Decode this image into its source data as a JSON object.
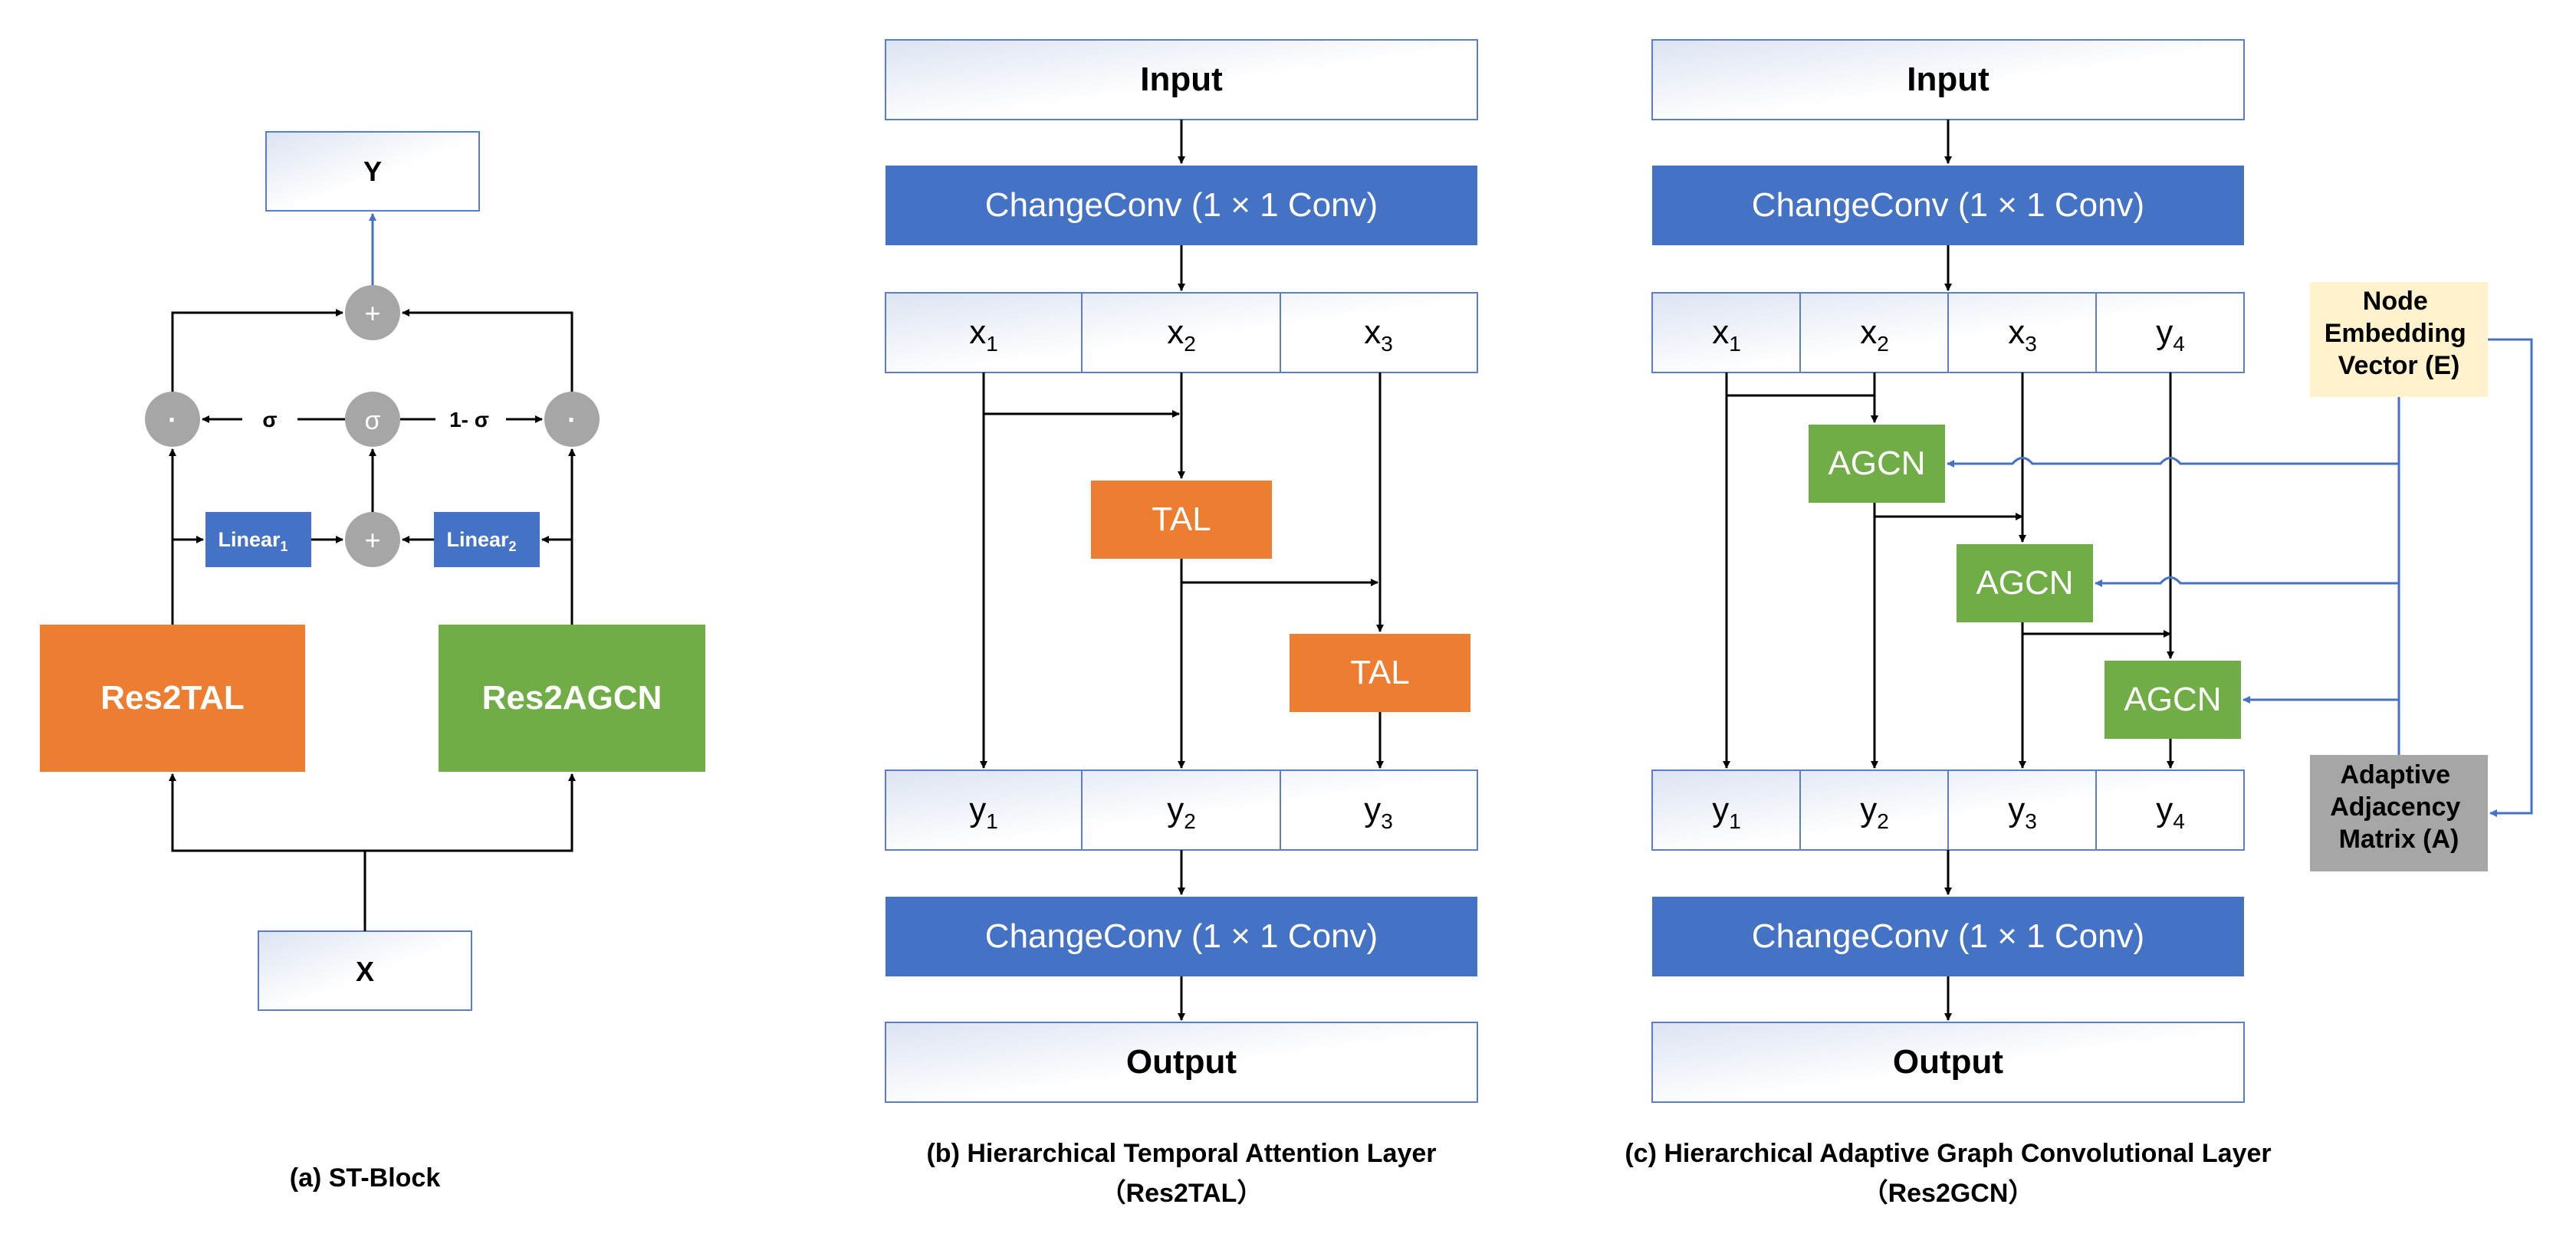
{
  "panel_a": {
    "y_label": "Y",
    "x_label": "X",
    "res2tal_label": "Res2TAL",
    "res2agcn_label": "Res2AGCN",
    "linear1_label": "Linear",
    "linear1_sub": "1",
    "linear2_label": "Linear",
    "linear2_sub": "2",
    "plus_symbol": "+",
    "dot_symbol": "·",
    "sigma_symbol": "σ",
    "sigma_arrow_label": "σ",
    "one_minus_sigma_label": "1- σ",
    "caption": "(a) ST-Block"
  },
  "panel_b": {
    "input_label": "Input",
    "changeconv_top": "ChangeConv (1 × 1 Conv)",
    "x_cells": [
      {
        "base": "x",
        "sub": "1"
      },
      {
        "base": "x",
        "sub": "2"
      },
      {
        "base": "x",
        "sub": "3"
      }
    ],
    "tal1_label": "TAL",
    "tal2_label": "TAL",
    "y_cells": [
      {
        "base": "y",
        "sub": "1"
      },
      {
        "base": "y",
        "sub": "2"
      },
      {
        "base": "y",
        "sub": "3"
      }
    ],
    "changeconv_bottom": "ChangeConv (1 × 1 Conv)",
    "output_label": "Output",
    "caption_line1": "(b) Hierarchical Temporal Attention Layer",
    "caption_line2": "（Res2TAL）"
  },
  "panel_c": {
    "input_label": "Input",
    "changeconv_top": "ChangeConv (1 × 1 Conv)",
    "x_cells": [
      {
        "base": "x",
        "sub": "1"
      },
      {
        "base": "x",
        "sub": "2"
      },
      {
        "base": "x",
        "sub": "3"
      },
      {
        "base": "y",
        "sub": "4"
      }
    ],
    "agcn1_label": "AGCN",
    "agcn2_label": "AGCN",
    "agcn3_label": "AGCN",
    "y_cells": [
      {
        "base": "y",
        "sub": "1"
      },
      {
        "base": "y",
        "sub": "2"
      },
      {
        "base": "y",
        "sub": "3"
      },
      {
        "base": "y",
        "sub": "4"
      }
    ],
    "changeconv_bottom": "ChangeConv (1 × 1 Conv)",
    "output_label": "Output",
    "node_embedding_lines": [
      "Node",
      "Embedding",
      "Vector (E)"
    ],
    "adjacency_lines": [
      "Adaptive",
      "Adjacency",
      "Matrix (A)"
    ],
    "caption_line1": "(c) Hierarchical Adaptive Graph Convolutional Layer",
    "caption_line2": "（Res2GCN）"
  },
  "colors": {
    "blue": "#4472C4",
    "orange": "#ED7D31",
    "green": "#70AD47",
    "gray_circle": "#A6A6A6",
    "gray_box": "#A6A6A6",
    "cream": "#FFF2CC",
    "box_border": "#5B7FC7"
  }
}
